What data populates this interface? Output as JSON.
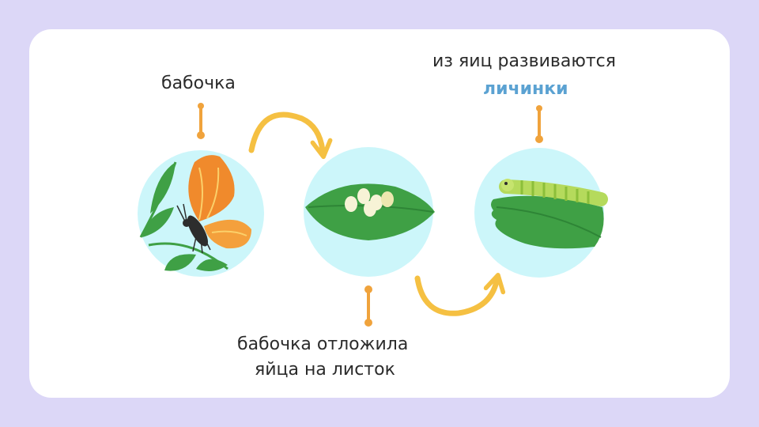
{
  "labels": {
    "butterfly": "бабочка",
    "larvae_line1": "из яиц развиваются",
    "larvae_line2": "личинки",
    "eggs_line1": "бабочка отложила",
    "eggs_line2": "яйца на листок"
  },
  "colors": {
    "background": "#dcd7f7",
    "card": "#ffffff",
    "circle": "#ccf6fa",
    "leaf": "#3fa045",
    "connector": "#f0a33c",
    "arrow": "#f5c042",
    "accent_text": "#5ba2d2",
    "butterfly": "#f08a2c",
    "caterpillar": "#b5da5c"
  },
  "icons": [
    "butterfly-icon",
    "eggs-on-leaf-icon",
    "caterpillar-icon",
    "curved-arrow-icon"
  ]
}
